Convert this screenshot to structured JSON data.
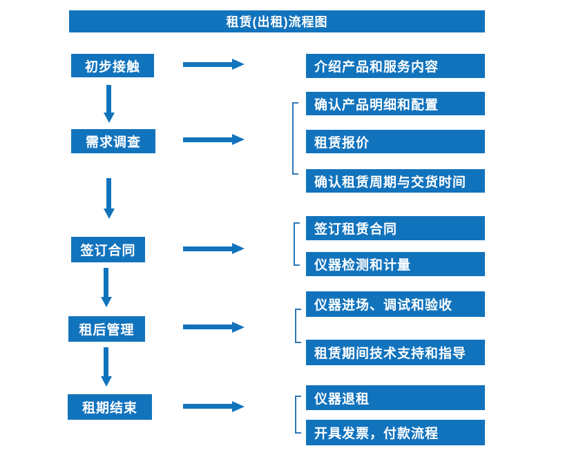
{
  "title": "租赁(出租)流程图",
  "colors": {
    "primary": "#1273bd",
    "bracket": "#2e75b6",
    "background": "#ffffff",
    "text": "#ffffff"
  },
  "steps": [
    {
      "label": "初步接触",
      "details": [
        "介绍产品和服务内容"
      ]
    },
    {
      "label": "需求调查",
      "details": [
        "确认产品明细和配置",
        "租赁报价",
        "确认租赁周期与交货时间"
      ]
    },
    {
      "label": "签订合同",
      "details": [
        "签订租赁合同",
        "仪器检测和计量"
      ]
    },
    {
      "label": "租后管理",
      "details": [
        "仪器进场、调试和验收",
        "租赁期间技术支持和指导"
      ]
    },
    {
      "label": "租期结束",
      "details": [
        "仪器退租",
        "开具发票，付款流程"
      ]
    }
  ]
}
